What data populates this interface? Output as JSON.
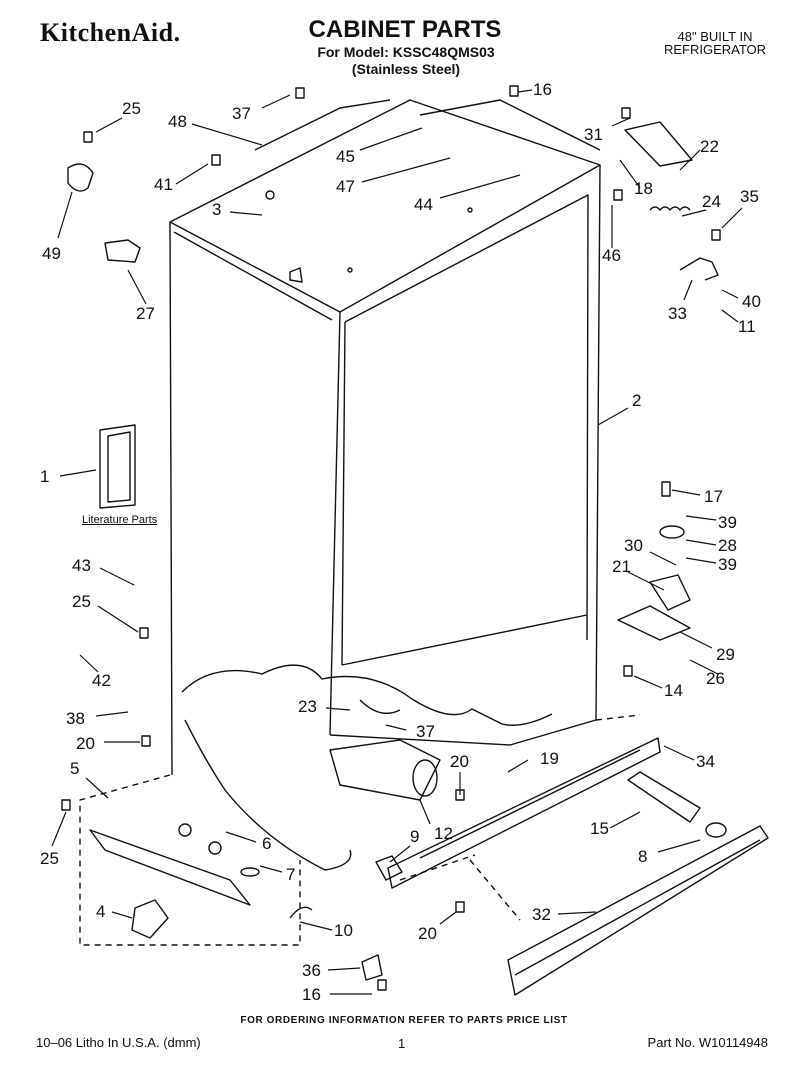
{
  "header": {
    "brand": "KitchenAid.",
    "title": "CABINET PARTS",
    "model_line": "For Model: KSSC48QMS03",
    "finish_line": "(Stainless Steel)",
    "product_line1": "48\" BUILT IN",
    "product_line2": "REFRIGERATOR"
  },
  "diagram": {
    "literature_label": "Literature Parts",
    "callouts": [
      "25",
      "48",
      "37",
      "16",
      "31",
      "22",
      "45",
      "47",
      "18",
      "41",
      "3",
      "44",
      "46",
      "24",
      "35",
      "49",
      "27",
      "33",
      "40",
      "11",
      "2",
      "1",
      "17",
      "39",
      "28",
      "30",
      "39",
      "21",
      "29",
      "26",
      "14",
      "43",
      "25",
      "42",
      "38",
      "20",
      "23",
      "37",
      "34",
      "19",
      "20",
      "5",
      "6",
      "7",
      "15",
      "8",
      "9",
      "12",
      "25",
      "4",
      "10",
      "32",
      "20",
      "36",
      "16"
    ]
  },
  "footer": {
    "order_note": "FOR ORDERING INFORMATION REFER TO PARTS PRICE LIST",
    "litho": "10–06 Litho In U.S.A. (dmm)",
    "page": "1",
    "part_no": "Part No. W10114948"
  }
}
